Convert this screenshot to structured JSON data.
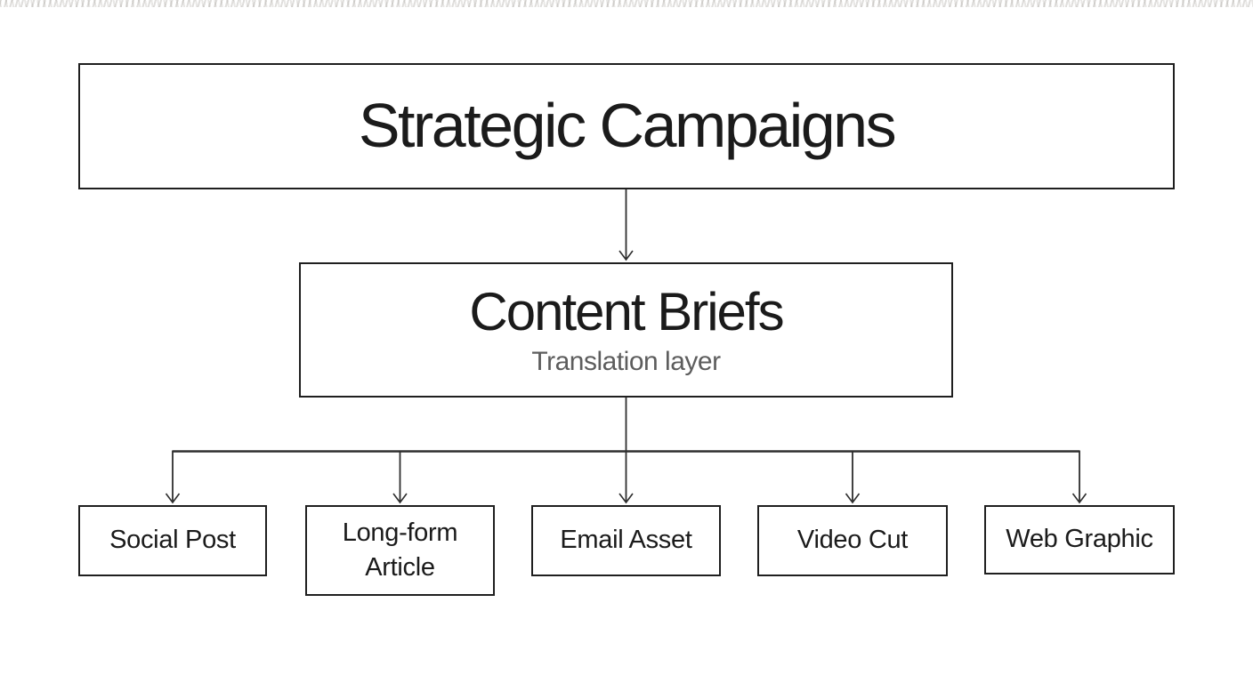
{
  "diagram": {
    "type": "flowchart",
    "direction": "top-down",
    "root": {
      "id": "strategic-campaigns",
      "title": "Strategic Campaigns"
    },
    "brief": {
      "id": "content-briefs",
      "title": "Content Briefs",
      "subtitle": "Translation layer"
    },
    "leaves": [
      {
        "id": "social-post",
        "label": "Social Post"
      },
      {
        "id": "long-form-article",
        "label": "Long-form Article"
      },
      {
        "id": "email-asset",
        "label": "Email Asset"
      },
      {
        "id": "video-cut",
        "label": "Video Cut"
      },
      {
        "id": "web-graphic",
        "label": "Web Graphic"
      }
    ],
    "edges": [
      {
        "from": "strategic-campaigns",
        "to": "content-briefs"
      },
      {
        "from": "content-briefs",
        "to": "social-post"
      },
      {
        "from": "content-briefs",
        "to": "long-form-article"
      },
      {
        "from": "content-briefs",
        "to": "email-asset"
      },
      {
        "from": "content-briefs",
        "to": "video-cut"
      },
      {
        "from": "content-briefs",
        "to": "web-graphic"
      }
    ],
    "colors": {
      "background": "#ffffff",
      "box_border": "#1f1f1f",
      "title_text": "#1b1b1b",
      "subtitle_text": "#5d5d5d",
      "connector": "#2e2e2e"
    }
  }
}
